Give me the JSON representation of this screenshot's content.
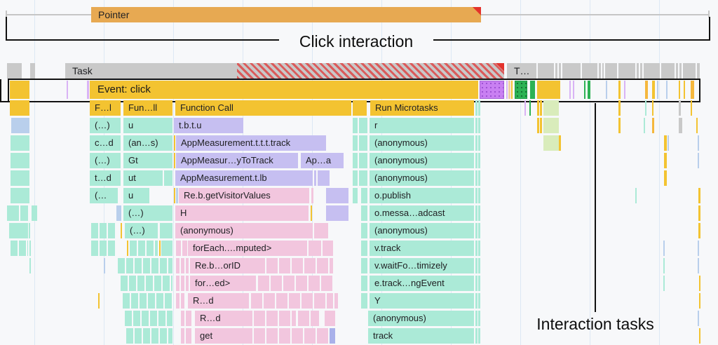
{
  "annotations": {
    "click_interaction": "Click interaction",
    "interaction_tasks": "Interaction tasks"
  },
  "tracks": {
    "pointer_label": "Pointer",
    "task_label": "Task",
    "task2_label": "T…",
    "event_label": "Event: click"
  },
  "flame": {
    "h_col_a": "F…l",
    "h_col_b": "Fun…ll",
    "h_col_c": "Function Call",
    "h_col_d": "Run Microtasks",
    "col_a": [
      "(…)",
      "c…d",
      "(…)",
      "t…d",
      "(…"
    ],
    "col_b": [
      "u",
      "(an…s)",
      "Gt",
      "ut",
      "u",
      "(…)",
      "(…)"
    ],
    "col_c": [
      "t.b.t.u",
      "AppMeasurement.t.t.t.track",
      "AppMeasur…yToTrack",
      "Ap…a",
      "AppMeasurement.t.lb",
      "Re.b.getVisitorValues",
      "H",
      "(anonymous)",
      "forEach.…mputed>",
      "Re.b…orID",
      "for…ed>",
      "R…d",
      "R…d",
      "get"
    ],
    "col_d": [
      "r",
      "(anonymous)",
      "(anonymous)",
      "(anonymous)",
      "o.publish",
      "o.messa…adcast",
      "(anonymous)",
      "v.track",
      "v.waitFo…timizely",
      "e.track…ngEvent",
      "Y",
      "(anonymous)",
      "track"
    ]
  },
  "colors": {
    "scripting_yellow": "#f3c331",
    "task_gray": "#c9c9c9",
    "hatch_red": "#db5b5b",
    "marker_red": "#e3322c",
    "mint": "#abead7",
    "lavender": "#c6bff1",
    "pink": "#f2c6de",
    "pale_green": "#d9ecbb",
    "light_blue": "#b9cfec",
    "pointer_orange": "#e7a952",
    "violet": "#c980f2",
    "green": "#2db254",
    "annotation_black": "#111111"
  }
}
